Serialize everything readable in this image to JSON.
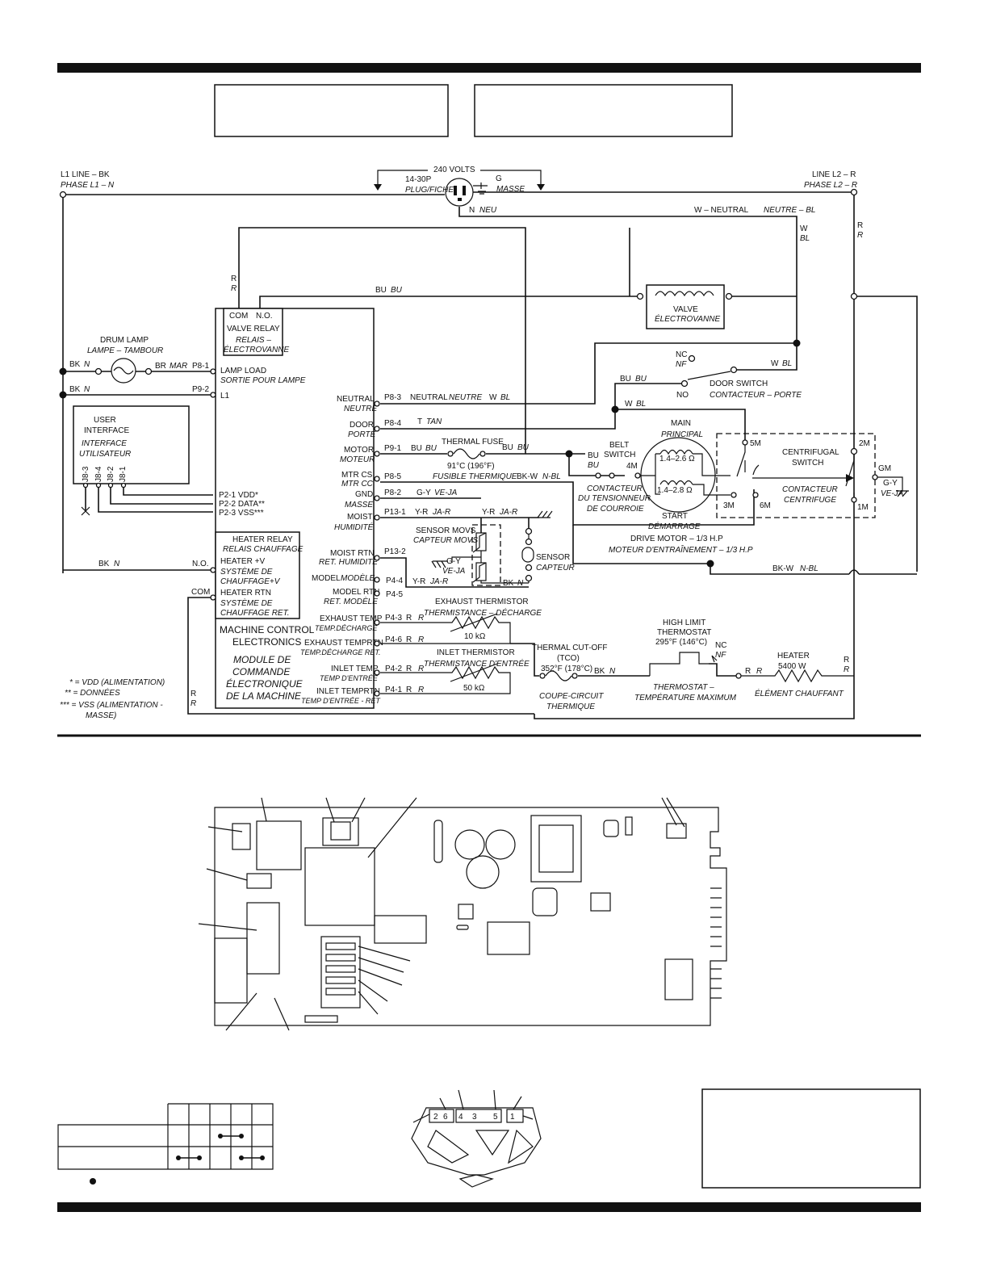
{
  "supply": {
    "l1_en": "L1 LINE – BK",
    "l1_fr": "PHASE L1 – N",
    "l2_en": "LINE L2 – R",
    "l2_fr": "PHASE L2 – R",
    "volts": "240 VOLTS",
    "plug_en": "14-30P",
    "plug_fr": "PLUG/FICHE",
    "g": "G",
    "masse": "MASSE",
    "n": "N",
    "neu": "NEU",
    "neutral_en": "W – NEUTRAL",
    "neutral_fr": "NEUTRE – BL",
    "w": "W",
    "bl": "BL",
    "r": "R",
    "r2": "R"
  },
  "valve_relay": {
    "com": "COM",
    "no": "N.O.",
    "title": "VALVE RELAY",
    "fr1": "RELAIS –",
    "fr2": "ÉLECTROVANNE"
  },
  "wires": {
    "r_top": "R",
    "r_top_fr": "R",
    "bu": "BU",
    "bu_fr": "BU",
    "bk": "BK",
    "n": "N",
    "br": "BR",
    "mar": "MAR",
    "bkn2": "BK",
    "n2": "N",
    "bk3": "BK",
    "n3": "N",
    "com": "COM",
    "no": "N.O."
  },
  "valve": {
    "en": "VALVE",
    "fr": "ÉLECTROVANNE"
  },
  "drum_lamp": {
    "en": "DRUM LAMP",
    "fr": "LAMPE – TAMBOUR"
  },
  "lamp": {
    "p81": "P8-1",
    "p92": "P9-2",
    "load": "LAMP LOAD",
    "load_fr": "SORTIE POUR LAMPE",
    "l1": "L1"
  },
  "ui": {
    "l1": "USER",
    "l2": "INTERFACE",
    "fr1": "INTERFACE",
    "fr2": "UTILISATEUR",
    "j83": "J8-3",
    "j84": "J8-4",
    "j82": "J8-2",
    "j81": "J8-1"
  },
  "p2": {
    "p21": "P2-1 VDD*",
    "p22": "P2-2 DATA**",
    "p23": "P2-3 VSS***"
  },
  "connectors": {
    "neutral": "NEUTRAL",
    "neutral_fr": "NEUTRE",
    "p83": "P8-3",
    "neutral_wire": "NEUTRAL",
    "neutral_wire_fr": "NEUTRE",
    "w": "W",
    "bl": "BL",
    "door": "DOOR",
    "door_fr": "PORTE",
    "p84": "P8-4",
    "t": "T",
    "tan": "TAN",
    "motor": "MOTOR",
    "motor_fr": "MOTEUR",
    "p91": "P9-1",
    "bu": "BU",
    "bu_fr": "BU",
    "mtrcs": "MTR CS",
    "mtrcc": "MTR CC",
    "p85": "P8-5",
    "gnd": "GND",
    "masse": "MASSE",
    "p82": "P8-2",
    "gy": "G-Y",
    "veja": "VE-JA",
    "moist": "MOIST",
    "humidite": "HUMIDITÉ",
    "p131": "P13-1",
    "yr": "Y-R",
    "jar": "JA-R",
    "yr2": "Y-R",
    "jar2": "JA-R",
    "moistrtn": "MOIST RTN",
    "rethum": "RET. HUMIDITÉ",
    "p132": "P13-2",
    "model": "MODEL",
    "modele": "MODÈLE",
    "p44": "P4-4",
    "modelrtn": "MODEL RTN",
    "retmodele": "RET. MODÈLE",
    "p45": "P4-5",
    "exh": "EXHAUST TEMP",
    "exh_fr": "TEMP.DÉCHARGE",
    "p43": "P4-3",
    "r1": "R",
    "r1f": "R",
    "exhrtn": "EXHAUST TEMPRTN",
    "exhrtn_fr": "TEMP.DÉCHARGE RET.",
    "p46": "P4-6",
    "r2": "R",
    "r2f": "R",
    "inlet": "INLET TEMP",
    "inlet_fr": "TEMP D'ENTRÉE",
    "p42": "P4-2",
    "r3": "R",
    "r3f": "R",
    "inletrtn": "INLET TEMPRTN",
    "inletrtn_fr": "TEMP D'ENTRÉE - RET",
    "p41": "P4-1",
    "r4": "R",
    "r4f": "R"
  },
  "heater_relay": {
    "en": "HEATER RELAY",
    "fr": "RELAIS CHAUFFAGE",
    "hv": "HEATER +V",
    "hv_fr1": "SYSTÈME DE",
    "hv_fr2": "CHAUFFAGE+V",
    "hr": "HEATER RTN",
    "hr_fr1": "SYSTÈME DE",
    "hr_fr2": "CHAUFFAGE RET."
  },
  "mce": {
    "en1": "MACHINE CONTROL",
    "en2": "ELECTRONICS",
    "fr1": "MODULE DE",
    "fr2": "COMMANDE",
    "fr3": "ÉLECTRONIQUE",
    "fr4": "DE LA MACHINE"
  },
  "notes": {
    "n1": "* = VDD (ALIMENTATION)",
    "n2": "** = DONNÉES",
    "n3": "*** = VSS (ALIMENTATION -",
    "n4": "MASSE)",
    "r": "R",
    "rf": "R"
  },
  "fuse": {
    "en": "THERMAL FUSE",
    "temp": "91°C (196°F)",
    "fr": "FUSIBLE THERMIQUE",
    "bu": "BU",
    "buf": "BU",
    "bkw": "BK-W",
    "nbl": "N-BL"
  },
  "sensor": {
    "movs": "SENSOR MOVS",
    "movs_fr": "CAPTEUR MOVS",
    "gy": "G-Y",
    "veja": "VE-JA",
    "yr": "Y-R",
    "jar": "JA-R",
    "bk": "BK",
    "n": "N",
    "en": "SENSOR",
    "fr": "CAPTEUR"
  },
  "exh_therm": {
    "en": "EXHAUST THERMISTOR",
    "fr": "THERMISTANCE – DÉCHARGE",
    "val": "10 kΩ"
  },
  "inl_therm": {
    "en": "INLET THERMISTOR",
    "fr": "THERMISTANCE D'ENTRÉE",
    "val": "50 kΩ"
  },
  "door_switch": {
    "nc": "NC",
    "nf": "NF",
    "no": "NO",
    "en": "DOOR SWITCH",
    "fr": "CONTACTEUR – PORTE",
    "w": "W",
    "bl": "BL",
    "bu": "BU",
    "buf": "BU",
    "w2": "W",
    "bl2": "BL"
  },
  "belt": {
    "en1": "BELT",
    "en2": "SWITCH",
    "bu": "BU",
    "buf": "BU",
    "fr1": "CONTACTEUR",
    "fr2": "DU TENSIONNEUR",
    "fr3": "DE COURROIE"
  },
  "motor": {
    "main": "MAIN",
    "principal": "PRINCIPAL",
    "r1": "1.4–2.6 Ω",
    "r2": "1.4–2.8 Ω",
    "start": "START",
    "demarrage": "DÉMARRAGE",
    "en": "DRIVE MOTOR – 1/3 H.P",
    "fr": "MOTEUR D'ENTRAÎNEMENT – 1/3 H.P",
    "m4": "4M",
    "m3": "3M",
    "m6": "6M",
    "m5": "5M",
    "bkw": "BK-W",
    "nbl": "N-BL"
  },
  "centrifugal": {
    "en1": "CENTRIFUGAL",
    "en2": "SWITCH",
    "fr1": "CONTACTEUR",
    "fr2": "CENTRIFUGE",
    "m2": "2M",
    "m1": "1M",
    "gm": "GM",
    "gy": "G-Y",
    "veja": "VE-JA"
  },
  "tco": {
    "en": "THERMAL CUT-OFF",
    "abbr": "(TCO)",
    "temp": "352°F (178°C)",
    "fr1": "COUPE-CIRCUIT",
    "fr2": "THERMIQUE",
    "bk": "BK",
    "n": "N"
  },
  "hilimit": {
    "en1": "HIGH LIMIT",
    "en2": "THERMOSTAT",
    "temp": "295°F (146°C)",
    "nc": "NC",
    "nf": "NF",
    "fr1": "THERMOSTAT –",
    "fr2": "TEMPÉRATURE MAXIMUM"
  },
  "heater": {
    "en": "HEATER",
    "watts": "5400 W",
    "fr": "ÉLÉMENT CHAUFFANT",
    "r": "R",
    "rf": "R",
    "r2": "R",
    "r2f": "R"
  },
  "plug_diagram": {
    "p2": "2",
    "p6": "6",
    "p4": "4",
    "p3": "3",
    "p5": "5",
    "p1": "1"
  }
}
